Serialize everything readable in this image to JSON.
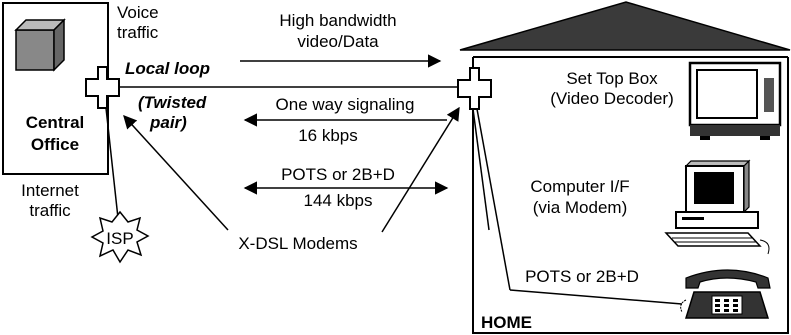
{
  "central_office": {
    "line1": "Central",
    "line2": "Office",
    "voice_line1": "Voice",
    "voice_line2": "traffic",
    "internet_line1": "Internet",
    "internet_line2": "traffic",
    "isp": "ISP"
  },
  "loop": {
    "local_loop": "Local loop",
    "twisted_line1": "(Twisted",
    "twisted_line2": "pair)"
  },
  "signals": {
    "high_bw_line1": "High bandwidth",
    "high_bw_line2": "video/Data",
    "one_way_line1": "One way signaling",
    "one_way_line2": "16 kbps",
    "pots_line1": "POTS or 2B+D",
    "pots_line2": "144 kbps"
  },
  "modems_label": "X-DSL Modems",
  "home": {
    "label": "HOME",
    "stb_line1": "Set Top Box",
    "stb_line2": "(Video Decoder)",
    "computer_line1": "Computer I/F",
    "computer_line2": "(via Modem)",
    "pots_label": "POTS or 2B+D"
  }
}
